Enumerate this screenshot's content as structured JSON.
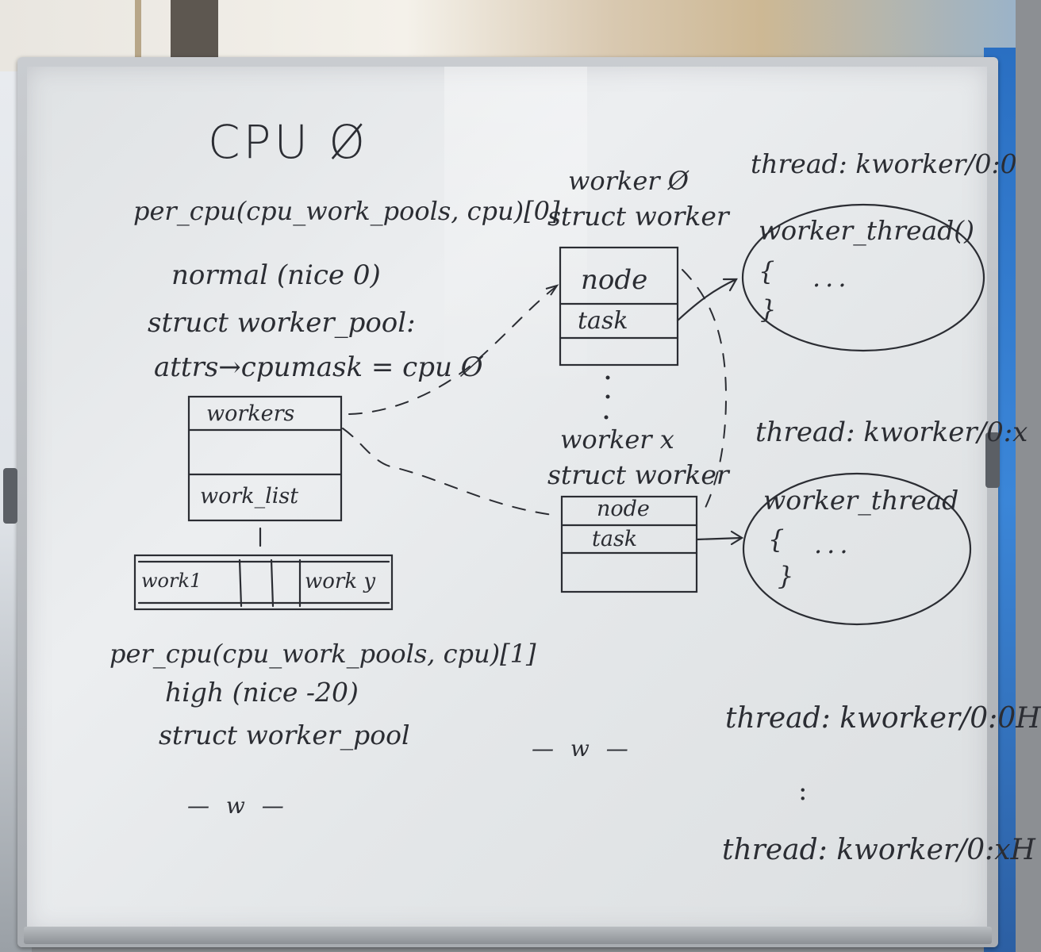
{
  "board": {
    "title": "CPU Ø",
    "pool0": {
      "line1": "per_cpu(cpu_work_pools, cpu)[0]",
      "line2": "normal (nice 0)",
      "line3": "struct worker_pool:",
      "line4": "attrs→cpumask = cpu Ø"
    },
    "pool_box": {
      "row1": "workers",
      "row2": "",
      "row3": "work_list"
    },
    "arrow_down": "↓",
    "work_list": {
      "cell1": "work1",
      "cell2": "",
      "cell3": "",
      "cell4": "work y"
    },
    "pool1": {
      "line1": "per_cpu(cpu_work_pools, cpu)[1]",
      "line2": "high (nice -20)",
      "line3": "struct worker_pool"
    },
    "ellipsis_marks": {
      "a": "— w —",
      "b": "— w —"
    },
    "worker0": {
      "label1": "worker Ø",
      "label2": "struct worker",
      "row1": "node",
      "row2": "task"
    },
    "workerx": {
      "label1": "worker x",
      "label2": "struct worker",
      "row1": "node",
      "row2": "task"
    },
    "thread0": {
      "label": "thread: kworker/0:0",
      "fn": "worker_thread()",
      "open": "{",
      "dots": "...",
      "close": "}"
    },
    "threadx": {
      "label": "thread: kworker/0:x",
      "fn": "worker_thread",
      "open": "{",
      "dots": "...",
      "close": "}"
    },
    "thread0h": {
      "label": "thread: kworker/0:0H"
    },
    "vdots": ":",
    "threadxh": {
      "label": "thread: kworker/0:xH"
    }
  },
  "colors": {
    "ink": "#2b2d33",
    "board": "#e6e8ea",
    "frame": "#b5b9be"
  }
}
